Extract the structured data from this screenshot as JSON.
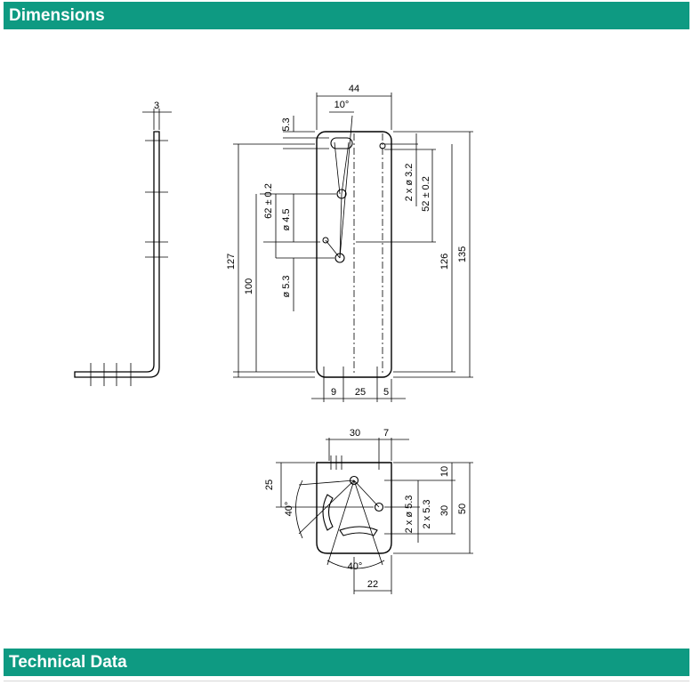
{
  "colors": {
    "section_bar": "#0e9a82",
    "line": "#000000"
  },
  "sections": {
    "dimensions_title": "Dimensions",
    "technical_title": "Technical Data"
  },
  "side_view": {
    "thickness": "3"
  },
  "front_view": {
    "width": "44",
    "angle": "10°",
    "slot_top": "5.3",
    "hole_small": "2 x ø 3.2",
    "spacing_52": "52 ± 0.2",
    "height_126": "126",
    "height_135": "135",
    "height_127": "127",
    "height_100": "100",
    "spacing_62": "62 ± 0.2",
    "hole_45": "ø 4.5",
    "hole_53": "ø 5.3",
    "bottom_9": "9",
    "bottom_25": "25",
    "bottom_5": "5"
  },
  "bottom_view": {
    "top_30": "30",
    "top_7": "7",
    "left_25": "25",
    "angle_left": "40°",
    "right_10": "10",
    "holes_53": "2 x ø 5.3",
    "slots_53": "2 x 5.3",
    "right_30": "30",
    "height_50": "50",
    "angle_bottom": "40°",
    "bottom_22": "22"
  }
}
